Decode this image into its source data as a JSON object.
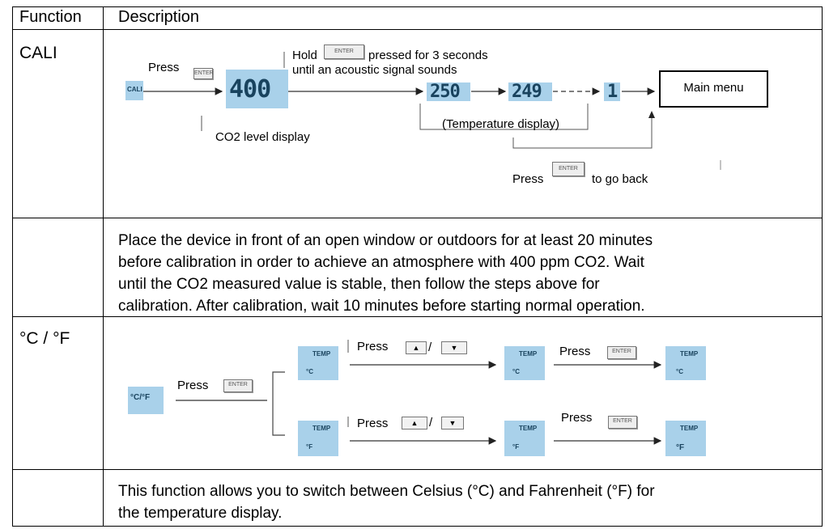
{
  "table": {
    "header_function": "Function",
    "header_description": "Description"
  },
  "cali": {
    "function_label": "CALI",
    "icon_label": "CALI",
    "press_label": "Press",
    "enter_key": "ENTER",
    "co2_value": "400",
    "hold_label": "Hold",
    "pressed_label": "pressed for 3 seconds",
    "acoustic_label": "until an acoustic signal sounds",
    "co2_level_label": "CO2 level display",
    "temp_value_1": "250",
    "temp_value_2": "249",
    "step_value": "1",
    "temperature_display_label": "(Temperature display)",
    "main_menu_label": "Main menu",
    "press_back_label": "Press",
    "go_back_label": "to go back",
    "paragraph": [
      "Place the device in front of an open window or outdoors for at least 20 minutes",
      "before calibration in order to achieve an atmosphere with 400 ppm CO2. Wait",
      "until the CO2 measured value is stable, then follow the steps above for",
      "calibration. After calibration, wait 10 minutes before starting normal operation."
    ]
  },
  "unit": {
    "function_label": "°C / °F",
    "icon_label": "°C/°F",
    "press_label": "Press",
    "enter_key": "ENTER",
    "temp_icon_label": "TEMP",
    "press_up_down_label_1": "Press",
    "press_up_down_label_2": "Press",
    "press_enter_label_1": "Press",
    "press_enter_label_2": "Press",
    "up_key": "▲",
    "down_key": "▼",
    "slash": "/",
    "unit_c": "°C",
    "unit_f": "°F",
    "paragraph": [
      "This function allows you to switch between Celsius (°C) and Fahrenheit (°F) for",
      "the temperature display."
    ]
  },
  "colors": {
    "lcd": "#a9d1ea",
    "lcd_text": "#19435e",
    "line": "#000000"
  }
}
